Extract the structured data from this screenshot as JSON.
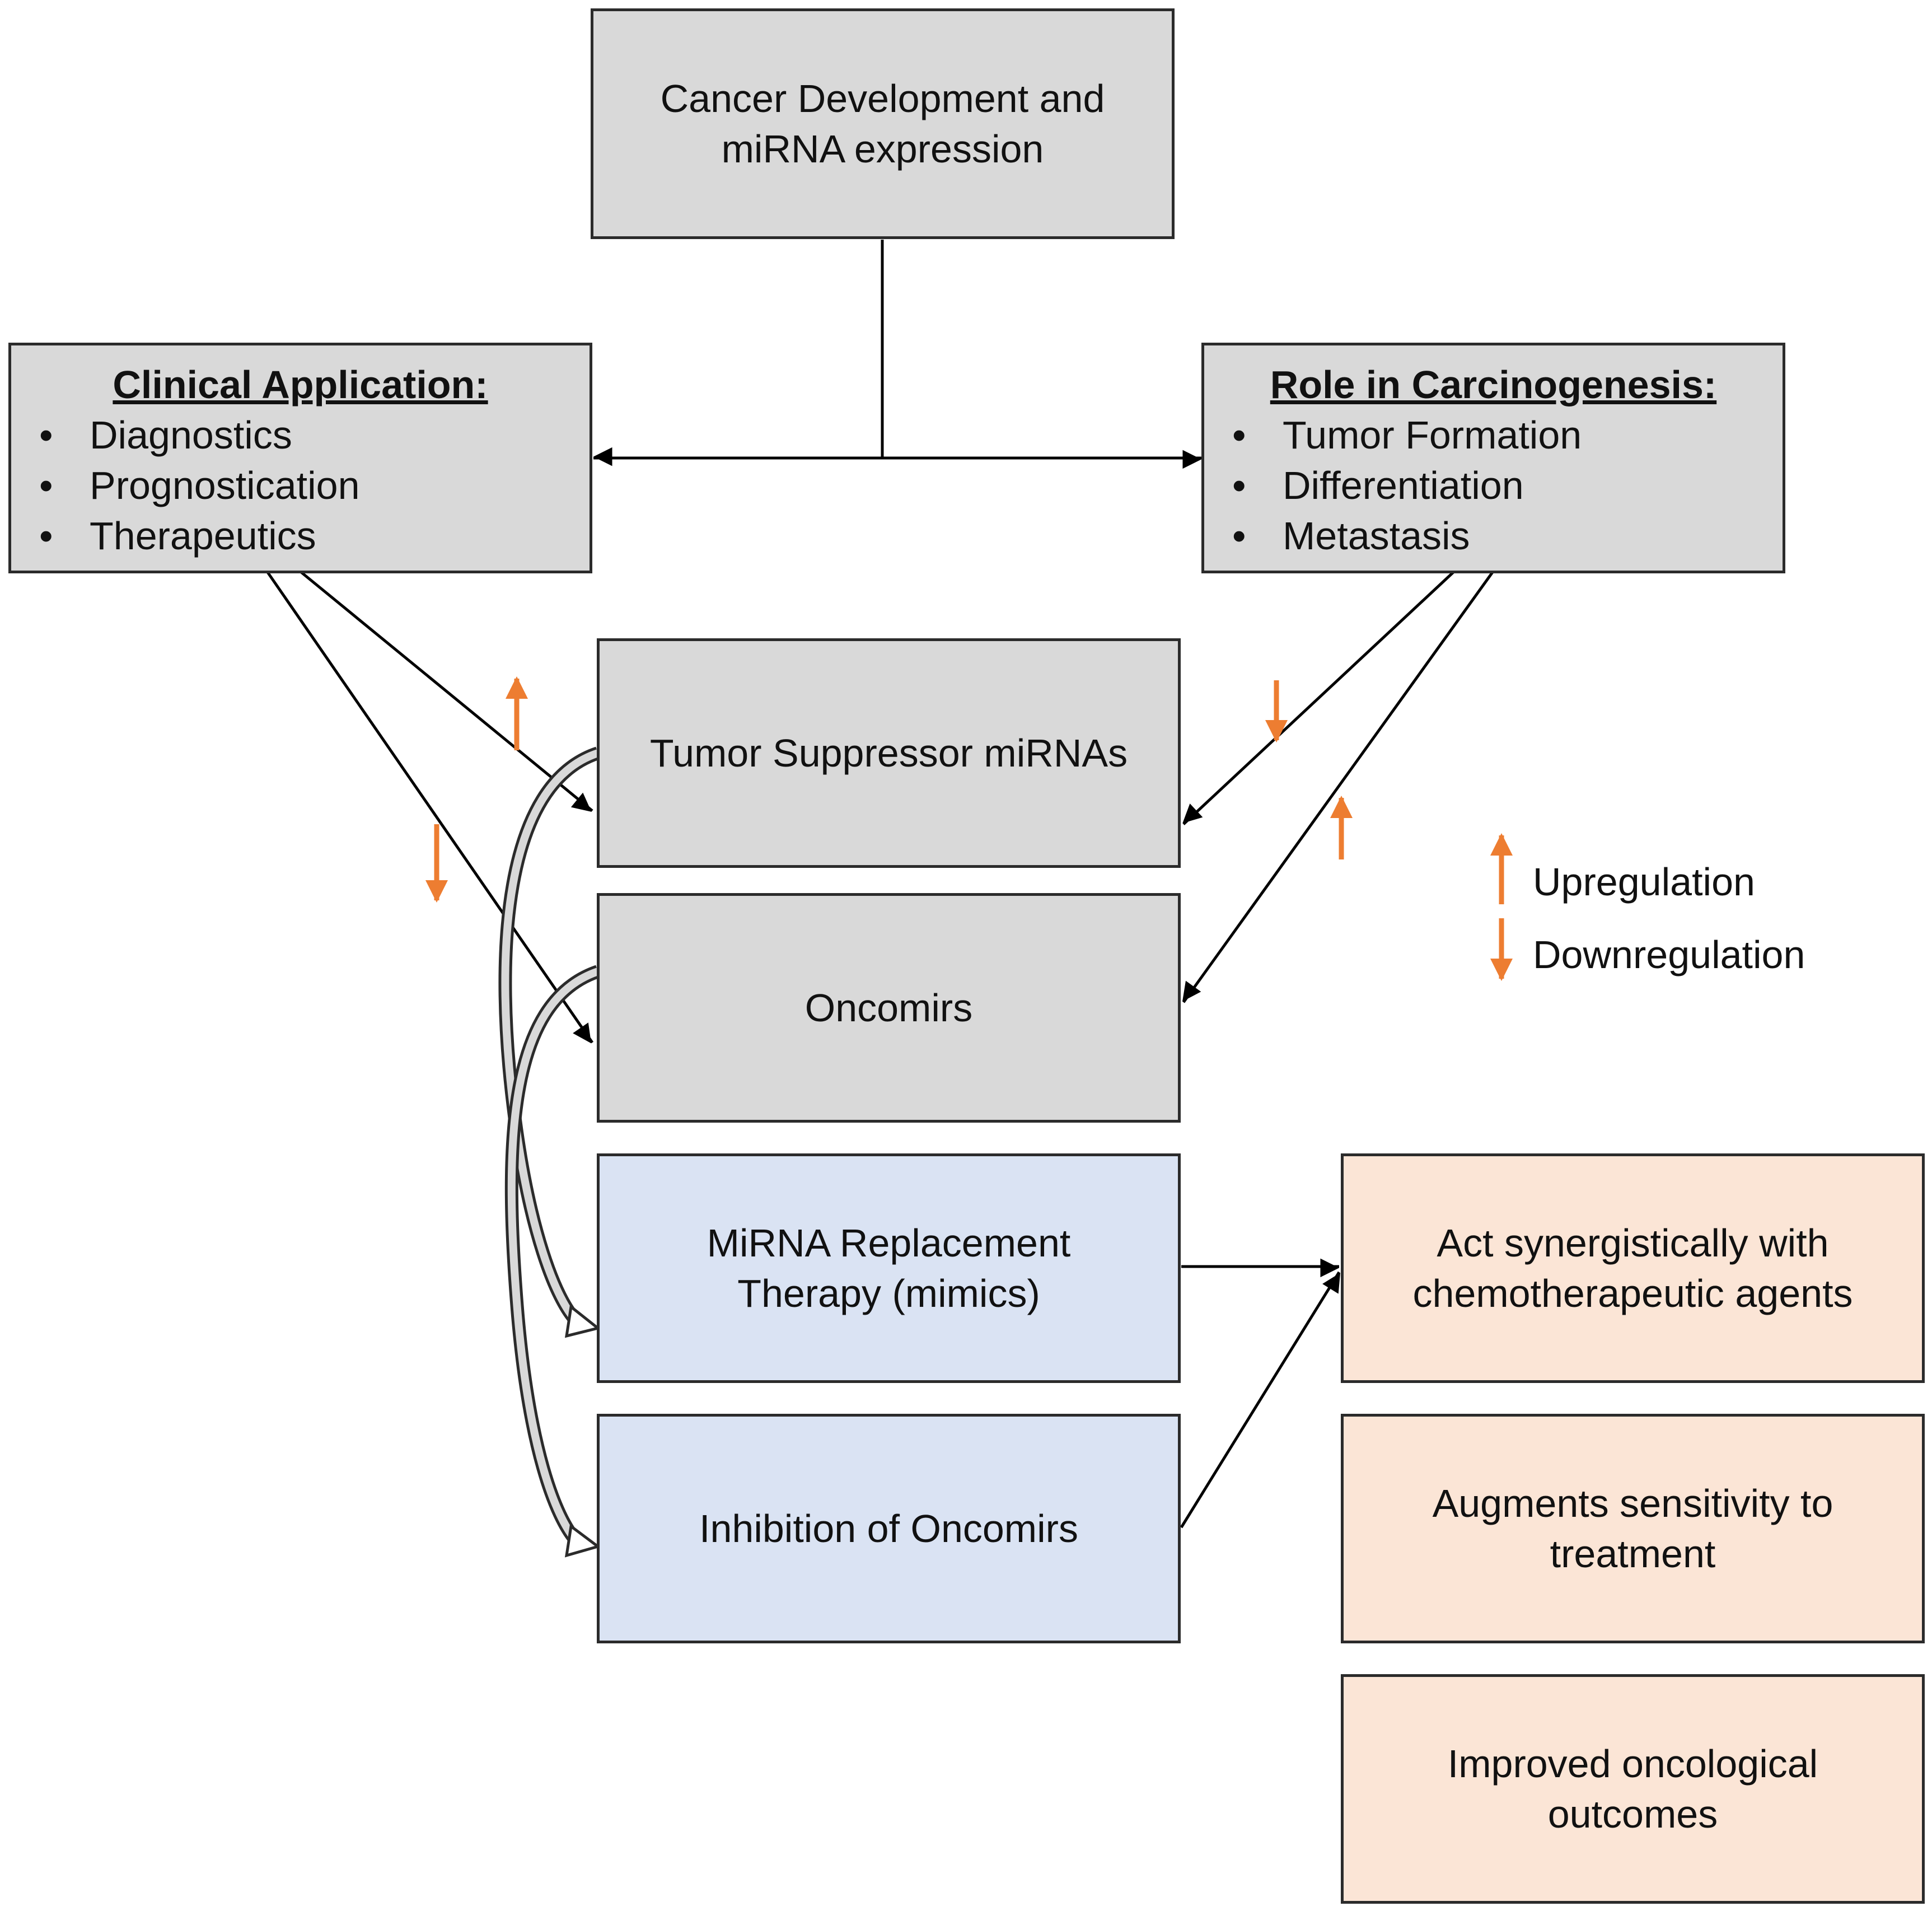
{
  "nodes": {
    "top": {
      "line1": "Cancer Development and",
      "line2": "miRNA expression"
    },
    "clinical": {
      "heading": "Clinical Application:",
      "items": [
        "Diagnostics",
        "Prognostication",
        "Therapeutics"
      ]
    },
    "role": {
      "heading": "Role in Carcinogenesis:",
      "items": [
        "Tumor Formation",
        "Differentiation",
        "Metastasis"
      ]
    },
    "tumor_suppressor": {
      "label": "Tumor Suppressor miRNAs"
    },
    "oncomirs": {
      "label": "Oncomirs"
    },
    "replacement": {
      "line1": "MiRNA Replacement",
      "line2": "Therapy (mimics)"
    },
    "inhibition": {
      "label": "Inhibition of Oncomirs"
    },
    "synergy": {
      "line1": "Act synergistically with",
      "line2": "chemotherapeutic agents"
    },
    "sensitivity": {
      "line1": "Augments sensitivity to",
      "line2": "treatment"
    },
    "outcomes": {
      "line1": "Improved oncological",
      "line2": "outcomes"
    }
  },
  "legend": {
    "up": "Upregulation",
    "down": "Downregulation"
  },
  "colors": {
    "grey_box": "#d9d9d9",
    "blue_box": "#dae3f3",
    "peach_box": "#fbe5d6",
    "border": "#2b2b2b",
    "regulation_arrow": "#ed7d31",
    "connector": "#000000"
  }
}
